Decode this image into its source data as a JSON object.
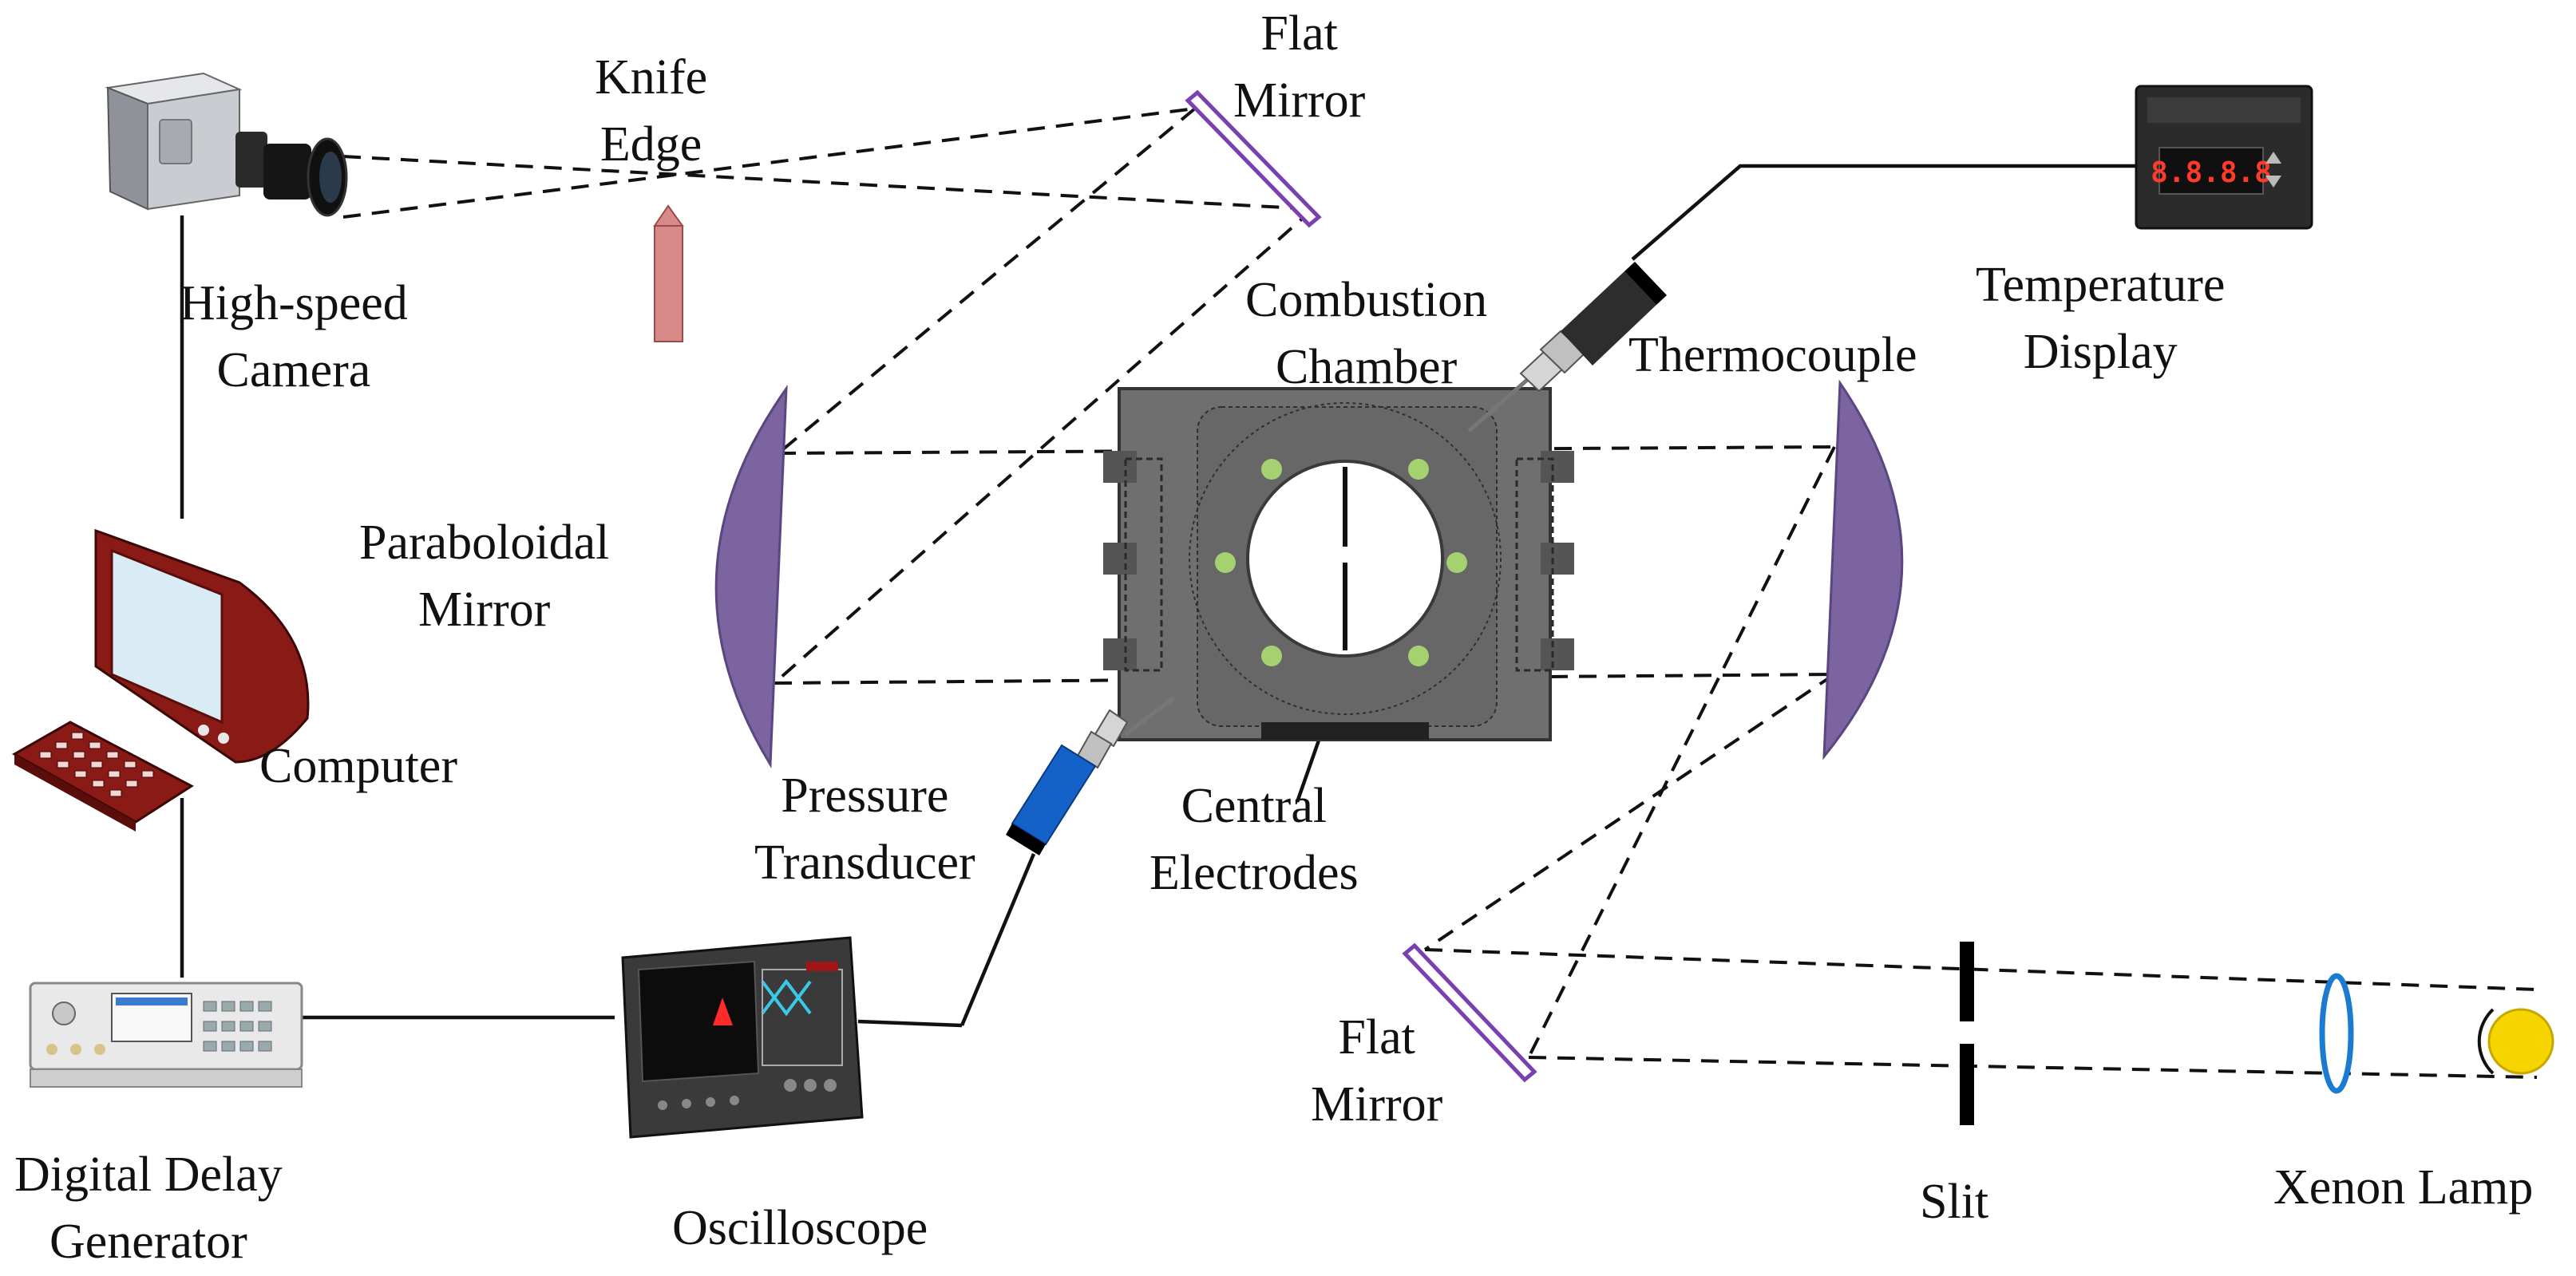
{
  "labels": {
    "camera": [
      "High-speed",
      "Camera"
    ],
    "knife_edge": [
      "Knife",
      "Edge"
    ],
    "flat_mirror_top": [
      "Flat",
      "Mirror"
    ],
    "combustion_chamber": [
      "Combustion",
      "Chamber"
    ],
    "thermocouple": "Thermocouple",
    "temperature_display": [
      "Temperature",
      "Display"
    ],
    "paraboloidal_mirror": [
      "Paraboloidal",
      "Mirror"
    ],
    "computer": "Computer",
    "pressure_transducer": [
      "Pressure",
      "Transducer"
    ],
    "central_electrodes": [
      "Central",
      "Electrodes"
    ],
    "flat_mirror_bottom": [
      "Flat",
      "Mirror"
    ],
    "digital_delay_generator": [
      "Digital Delay",
      "Generator"
    ],
    "oscilloscope": "Oscilloscope",
    "slit": "Slit",
    "xenon_lamp": "Xenon Lamp"
  },
  "display_readout": "8.8.8.8",
  "colors": {
    "mirror_purple": "#7b64a0",
    "flat_mirror_stroke": "#7a3fb0",
    "knife_edge": "#d98a88",
    "chamber_gray": "#6f6f6f",
    "window_green": "#a6d170",
    "lens_blue": "#1b7bd0",
    "lamp_yellow": "#f5d400",
    "camera_red": "#8a1a16",
    "transducer_blue": "#1462c8"
  }
}
